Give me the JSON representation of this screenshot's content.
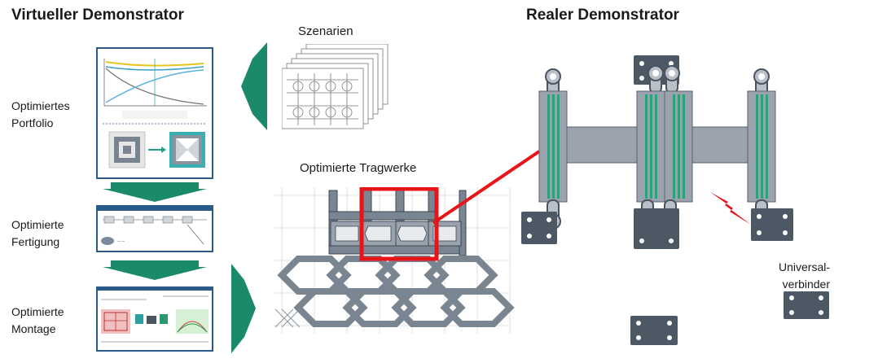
{
  "headings": {
    "virtual": "Virtueller Demonstrator",
    "real": "Realer Demonstrator"
  },
  "left": {
    "portfolio": [
      "Optimiertes",
      "Portfolio"
    ],
    "fertigung": [
      "Optimierte",
      "Fertigung"
    ],
    "montage": [
      "Optimierte",
      "Montage"
    ]
  },
  "center": {
    "scenarios": "Szenarien",
    "structures": "Optimierte Tragwerke"
  },
  "right": {
    "connector": [
      "Universal-",
      "verbinder"
    ]
  },
  "colors": {
    "teal_arrow": "#1a8a6a",
    "highlight_red": "#e8141a",
    "steel": "#9aa3ad",
    "steel_dark": "#4a5560",
    "stripe_green": "#2ea07a",
    "plate": "#4c5863"
  }
}
